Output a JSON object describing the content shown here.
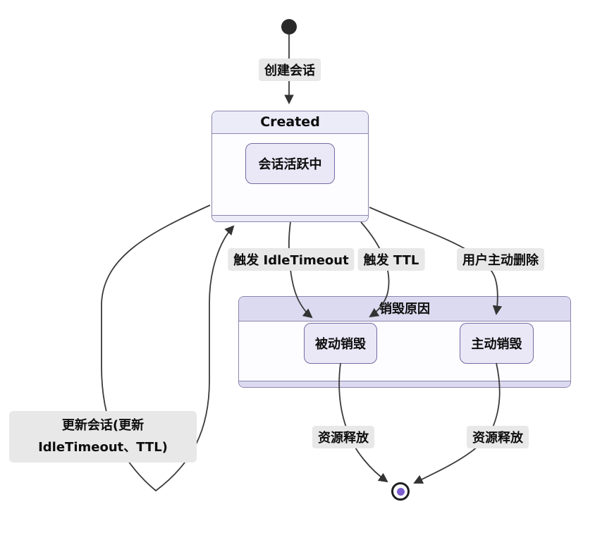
{
  "diagram_title": "session-lifecycle-state-diagram",
  "colors": {
    "edge": "#3b3b3b",
    "state_border": "#8b85ad",
    "inner_state_border": "#756ca3",
    "created_header_fill": "#ececf9",
    "composite_header_fill": "#dcdaf0",
    "inner_state_fill": "#eae8f7",
    "state_body_fill": "#fdfdff",
    "edge_label_bg": "#e8e8e8",
    "initial_dot": "#2a2a2a",
    "final_dot_inner": "#7c5ed0"
  },
  "states": {
    "created": {
      "title": "Created",
      "substate": "会话活跃中"
    },
    "destroy": {
      "title": "销毁原因",
      "passive": "被动销毁",
      "active": "主动销毁"
    }
  },
  "edge_labels": {
    "create": "创建会话",
    "idle_timeout": "触发 IdleTimeout",
    "ttl": "触发 TTL",
    "user_delete": "用户主动删除",
    "release_left": "资源释放",
    "release_right": "资源释放",
    "update_line1": "更新会话(更新",
    "update_line2": "IdleTimeout、TTL)"
  }
}
